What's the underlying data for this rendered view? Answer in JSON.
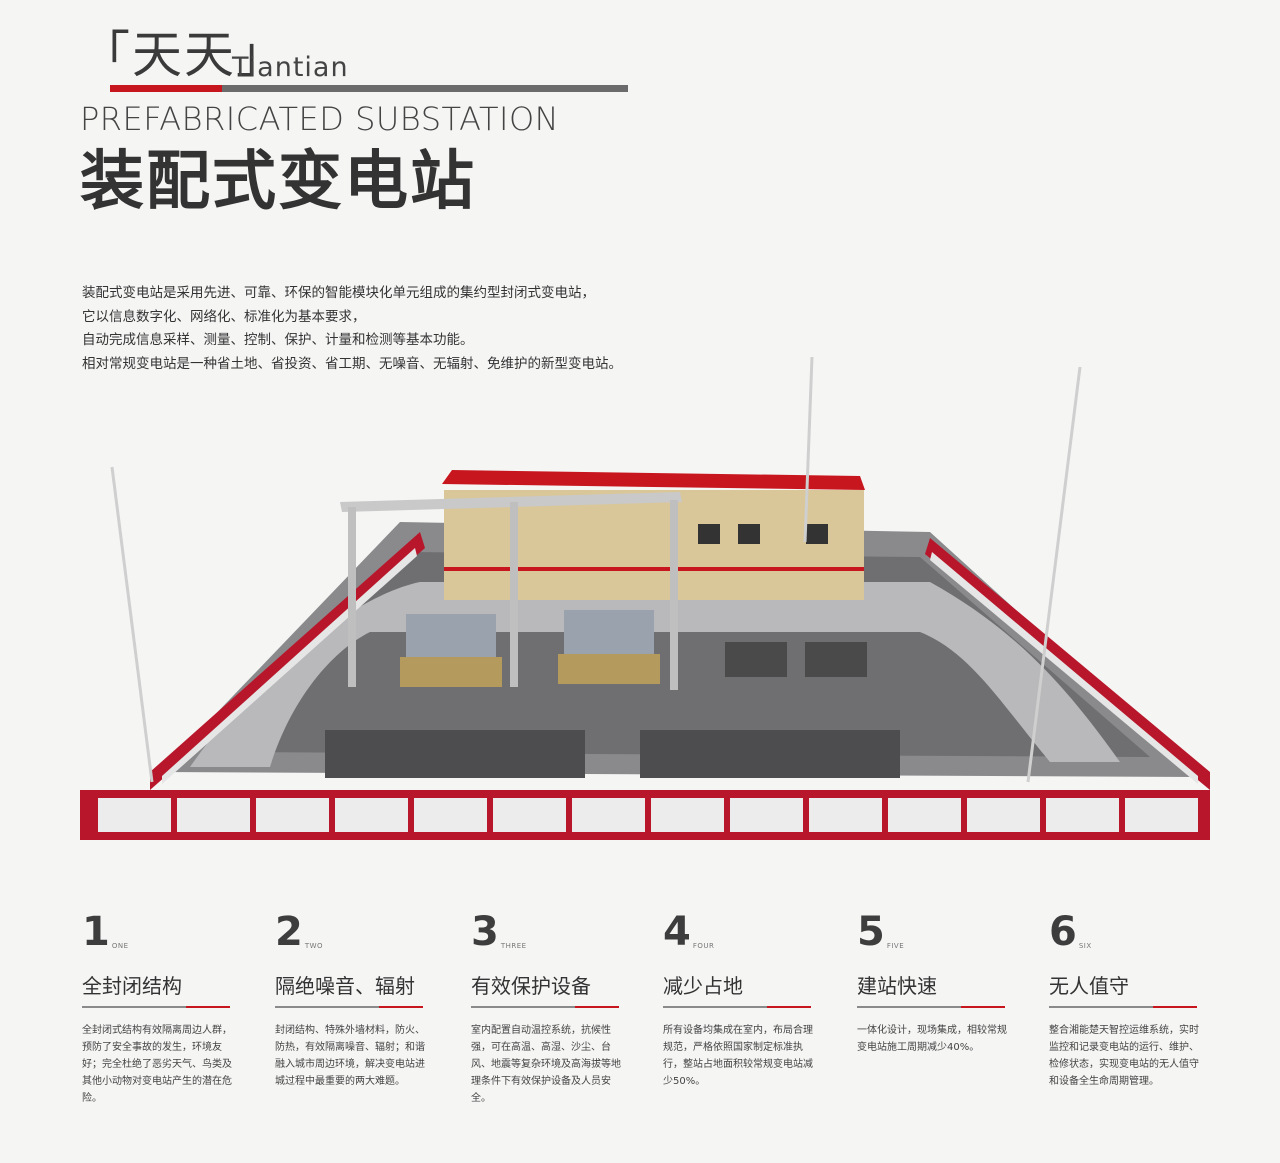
{
  "brand": {
    "name_cn": "「天天」",
    "name_en": "Tiantian"
  },
  "title": {
    "en": "PREFABRICATED SUBSTATION",
    "cn": "装配式变电站"
  },
  "intro": [
    "装配式变电站是采用先进、可靠、环保的智能模块化单元组成的集约型封闭式变电站，",
    "它以信息数字化、网络化、标准化为基本要求，",
    "自动完成信息采样、测量、控制、保护、计量和检测等基本功能。",
    "相对常规变电站是一种省土地、省投资、省工期、无噪音、无辐射、免维护的新型变电站。"
  ],
  "colors": {
    "accent": "#c8161e",
    "wall": "#b8162a",
    "building": "#d9c79a",
    "text": "#333333"
  },
  "features": [
    {
      "num": "1",
      "en": "ONE",
      "title": "全封闭结构",
      "desc": "全封闭式结构有效隔离周边人群，预防了安全事故的发生，环境友好；完全杜绝了恶劣天气、鸟类及其他小动物对变电站产生的潜在危险。"
    },
    {
      "num": "2",
      "en": "TWO",
      "title": "隔绝噪音、辐射",
      "desc": "封闭结构、特殊外墙材料，防火、防热，有效隔离噪音、辐射；和谐融入城市周边环境，解决变电站进城过程中最重要的两大难题。"
    },
    {
      "num": "3",
      "en": "THREE",
      "title": "有效保护设备",
      "desc": "室内配置自动温控系统，抗候性强，可在高温、高湿、沙尘、台风、地震等复杂环境及高海拔等地理条件下有效保护设备及人员安全。"
    },
    {
      "num": "4",
      "en": "FOUR",
      "title": "减少占地",
      "desc": "所有设备均集成在室内，布局合理规范，严格依照国家制定标准执行，整站占地面积较常规变电站减少50%。"
    },
    {
      "num": "5",
      "en": "FIVE",
      "title": "建站快速",
      "desc": "一体化设计，现场集成，相较常规变电站施工周期减少40%。"
    },
    {
      "num": "6",
      "en": "SIX",
      "title": "无人值守",
      "desc": "整合湘能楚天智控运维系统，实时监控和记录变电站的运行、维护、检修状态，实现变电站的无人值守和设备全生命周期管理。"
    }
  ]
}
